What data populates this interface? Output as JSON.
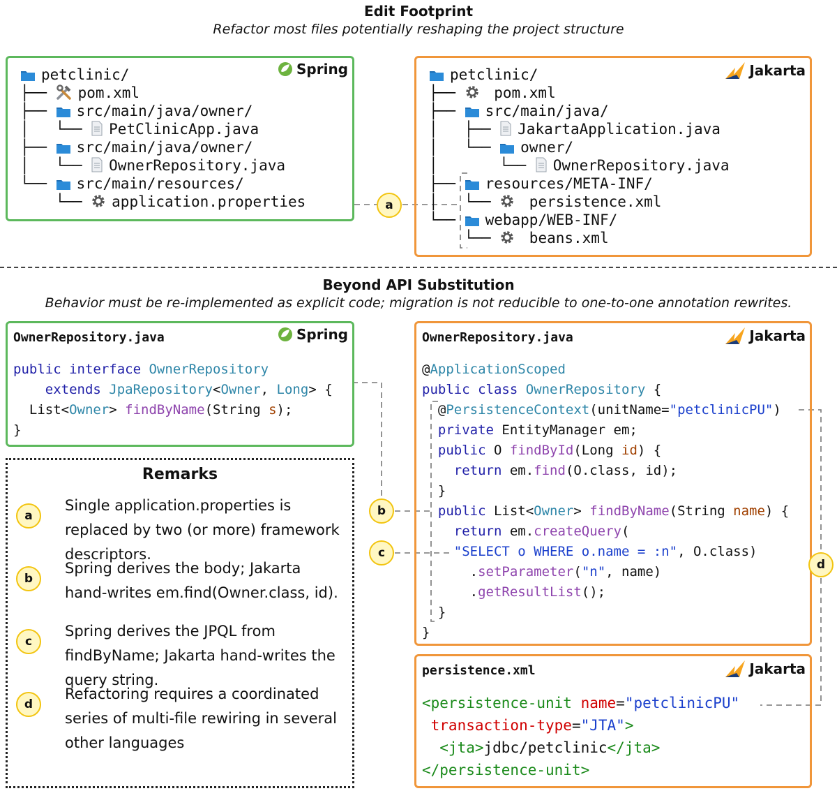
{
  "top_section": {
    "title": "Edit Footprint",
    "subtitle": "Refactor most files potentially reshaping the project structure"
  },
  "bottom_section": {
    "title": "Beyond API Substitution",
    "subtitle": "Behavior must be re-implemented as explicit code; migration is not reducible to one-to-one annotation rewrites."
  },
  "spring_tree": {
    "badge": "Spring",
    "lines": [
      {
        "prefix": "",
        "icon": "folder-icon",
        "text": "petclinic/"
      },
      {
        "prefix": "├── ",
        "icon": "tools-icon",
        "text": "pom.xml"
      },
      {
        "prefix": "├── ",
        "icon": "folder-icon",
        "text": "src/main/java/owner/"
      },
      {
        "prefix": "│   └── ",
        "icon": "file-icon",
        "text": "PetClinicApp.java"
      },
      {
        "prefix": "├── ",
        "icon": "folder-icon",
        "text": "src/main/java/owner/"
      },
      {
        "prefix": "│   └── ",
        "icon": "file-icon",
        "text": "OwnerRepository.java"
      },
      {
        "prefix": "└── ",
        "icon": "folder-icon",
        "text": "src/main/resources/"
      },
      {
        "prefix": "    └── ",
        "icon": "gear-icon",
        "text": "application.properties"
      }
    ]
  },
  "jakarta_tree": {
    "badge": "Jakarta",
    "lines": [
      {
        "prefix": "",
        "icon": "folder-icon",
        "text": "petclinic/"
      },
      {
        "prefix": "├── ",
        "icon": "gear-icon",
        "text": " pom.xml"
      },
      {
        "prefix": "├── ",
        "icon": "folder-icon",
        "text": "src/main/java/"
      },
      {
        "prefix": "│   ├── ",
        "icon": "file-icon",
        "text": "JakartaApplication.java"
      },
      {
        "prefix": "│   └── ",
        "icon": "folder-icon",
        "text": "owner/"
      },
      {
        "prefix": "│       └── ",
        "icon": "file-icon",
        "text": "OwnerRepository.java"
      },
      {
        "prefix": "├── ",
        "icon": "folder-icon",
        "text": "resources/META-INF/"
      },
      {
        "prefix": "│   └── ",
        "icon": "gear-icon",
        "text": " persistence.xml"
      },
      {
        "prefix": "└── ",
        "icon": "folder-icon",
        "text": "webapp/WEB-INF/"
      },
      {
        "prefix": "    └── ",
        "icon": "gear-icon",
        "text": " beans.xml"
      }
    ]
  },
  "spring_code": {
    "badge": "Spring",
    "filename": "OwnerRepository.java",
    "lines": [
      [
        [
          "kw",
          "public interface "
        ],
        [
          "ty",
          "OwnerRepository"
        ]
      ],
      [
        [
          "",
          "    "
        ],
        [
          "kw",
          "extends "
        ],
        [
          "ty",
          "JpaRepository"
        ],
        [
          "",
          "<"
        ],
        [
          "ty",
          "Owner"
        ],
        [
          "",
          ", "
        ],
        [
          "ty",
          "Long"
        ],
        [
          "",
          "> {"
        ]
      ],
      [
        [
          "",
          "  List<"
        ],
        [
          "ty",
          "Owner"
        ],
        [
          "",
          "> "
        ],
        [
          "fn",
          "findByName"
        ],
        [
          "",
          "(String "
        ],
        [
          "pm",
          "s"
        ],
        [
          "",
          ");"
        ]
      ],
      [
        [
          "",
          "}"
        ]
      ]
    ]
  },
  "jakarta_code": {
    "badge": "Jakarta",
    "filename": "OwnerRepository.java",
    "lines": [
      [
        [
          "",
          "@"
        ],
        [
          "ty",
          "ApplicationScoped"
        ]
      ],
      [
        [
          "kw",
          "public class "
        ],
        [
          "ty",
          "OwnerRepository"
        ],
        [
          "",
          " {"
        ]
      ],
      [
        [
          "",
          "  @"
        ],
        [
          "ty",
          "PersistenceContext"
        ],
        [
          "",
          "(unitName="
        ],
        [
          "str",
          "\"petclinicPU\""
        ],
        [
          "",
          ")"
        ]
      ],
      [
        [
          "kw",
          "  private "
        ],
        [
          "",
          "EntityManager em;"
        ]
      ],
      [
        [
          "kw",
          "  public "
        ],
        [
          "",
          "O "
        ],
        [
          "fn",
          "findById"
        ],
        [
          "",
          "(Long "
        ],
        [
          "pm",
          "id"
        ],
        [
          "",
          ") {"
        ]
      ],
      [
        [
          "kw",
          "    return "
        ],
        [
          "",
          "em."
        ],
        [
          "fn",
          "find"
        ],
        [
          "",
          "(O.class, id);"
        ]
      ],
      [
        [
          "",
          "  }"
        ]
      ],
      [
        [
          "kw",
          "  public "
        ],
        [
          "",
          "List<"
        ],
        [
          "ty",
          "Owner"
        ],
        [
          "",
          "> "
        ],
        [
          "fn",
          "findByName"
        ],
        [
          "",
          "(String "
        ],
        [
          "pm",
          "name"
        ],
        [
          "",
          ") {"
        ]
      ],
      [
        [
          "kw",
          "    return "
        ],
        [
          "",
          "em."
        ],
        [
          "fn",
          "createQuery"
        ],
        [
          "",
          "("
        ]
      ],
      [
        [
          "",
          "    "
        ],
        [
          "str",
          "\"SELECT o WHERE o.name = :n\""
        ],
        [
          "",
          ", O.class)"
        ]
      ],
      [
        [
          "",
          "      ."
        ],
        [
          "fn",
          "setParameter"
        ],
        [
          "",
          "("
        ],
        [
          "str",
          "\"n\""
        ],
        [
          "",
          ", name)"
        ]
      ],
      [
        [
          "",
          "      ."
        ],
        [
          "fn",
          "getResultList"
        ],
        [
          "",
          "();"
        ]
      ],
      [
        [
          "",
          "  }"
        ]
      ],
      [
        [
          "",
          "}"
        ]
      ]
    ]
  },
  "persistence_code": {
    "badge": "Jakarta",
    "filename": "persistence.xml",
    "lines": [
      [
        [
          "tag",
          "<persistence-unit "
        ],
        [
          "attr",
          "name"
        ],
        [
          "",
          "="
        ],
        [
          "str",
          "\"petclinicPU\""
        ]
      ],
      [
        [
          "attr",
          " transaction-type"
        ],
        [
          "",
          "="
        ],
        [
          "str",
          "\"JTA\""
        ],
        [
          "tag",
          ">"
        ]
      ],
      [
        [
          "tag",
          "  <jta>"
        ],
        [
          "",
          "jdbc/petclinic"
        ],
        [
          "tag",
          "</jta>"
        ]
      ],
      [
        [
          "tag",
          "</persistence-unit>"
        ]
      ]
    ]
  },
  "remarks": {
    "title": "Remarks",
    "items": [
      {
        "letter": "a",
        "text": "Single application.properties is replaced by two (or more) framework descriptors."
      },
      {
        "letter": "b",
        "text": "Spring derives the body; Jakarta hand-writes em.find(Owner.class, id)."
      },
      {
        "letter": "c",
        "text": "Spring derives the JPQL from findByName; Jakarta hand-writes the query string."
      },
      {
        "letter": "d",
        "text": "Refactoring requires a coordinated series of multi-file rewiring in several other languages"
      }
    ]
  },
  "markers": [
    "a",
    "b",
    "c",
    "d"
  ],
  "colors": {
    "spring": "#5cb85c",
    "jakarta": "#f0963a",
    "marker": "#f2c40f"
  }
}
